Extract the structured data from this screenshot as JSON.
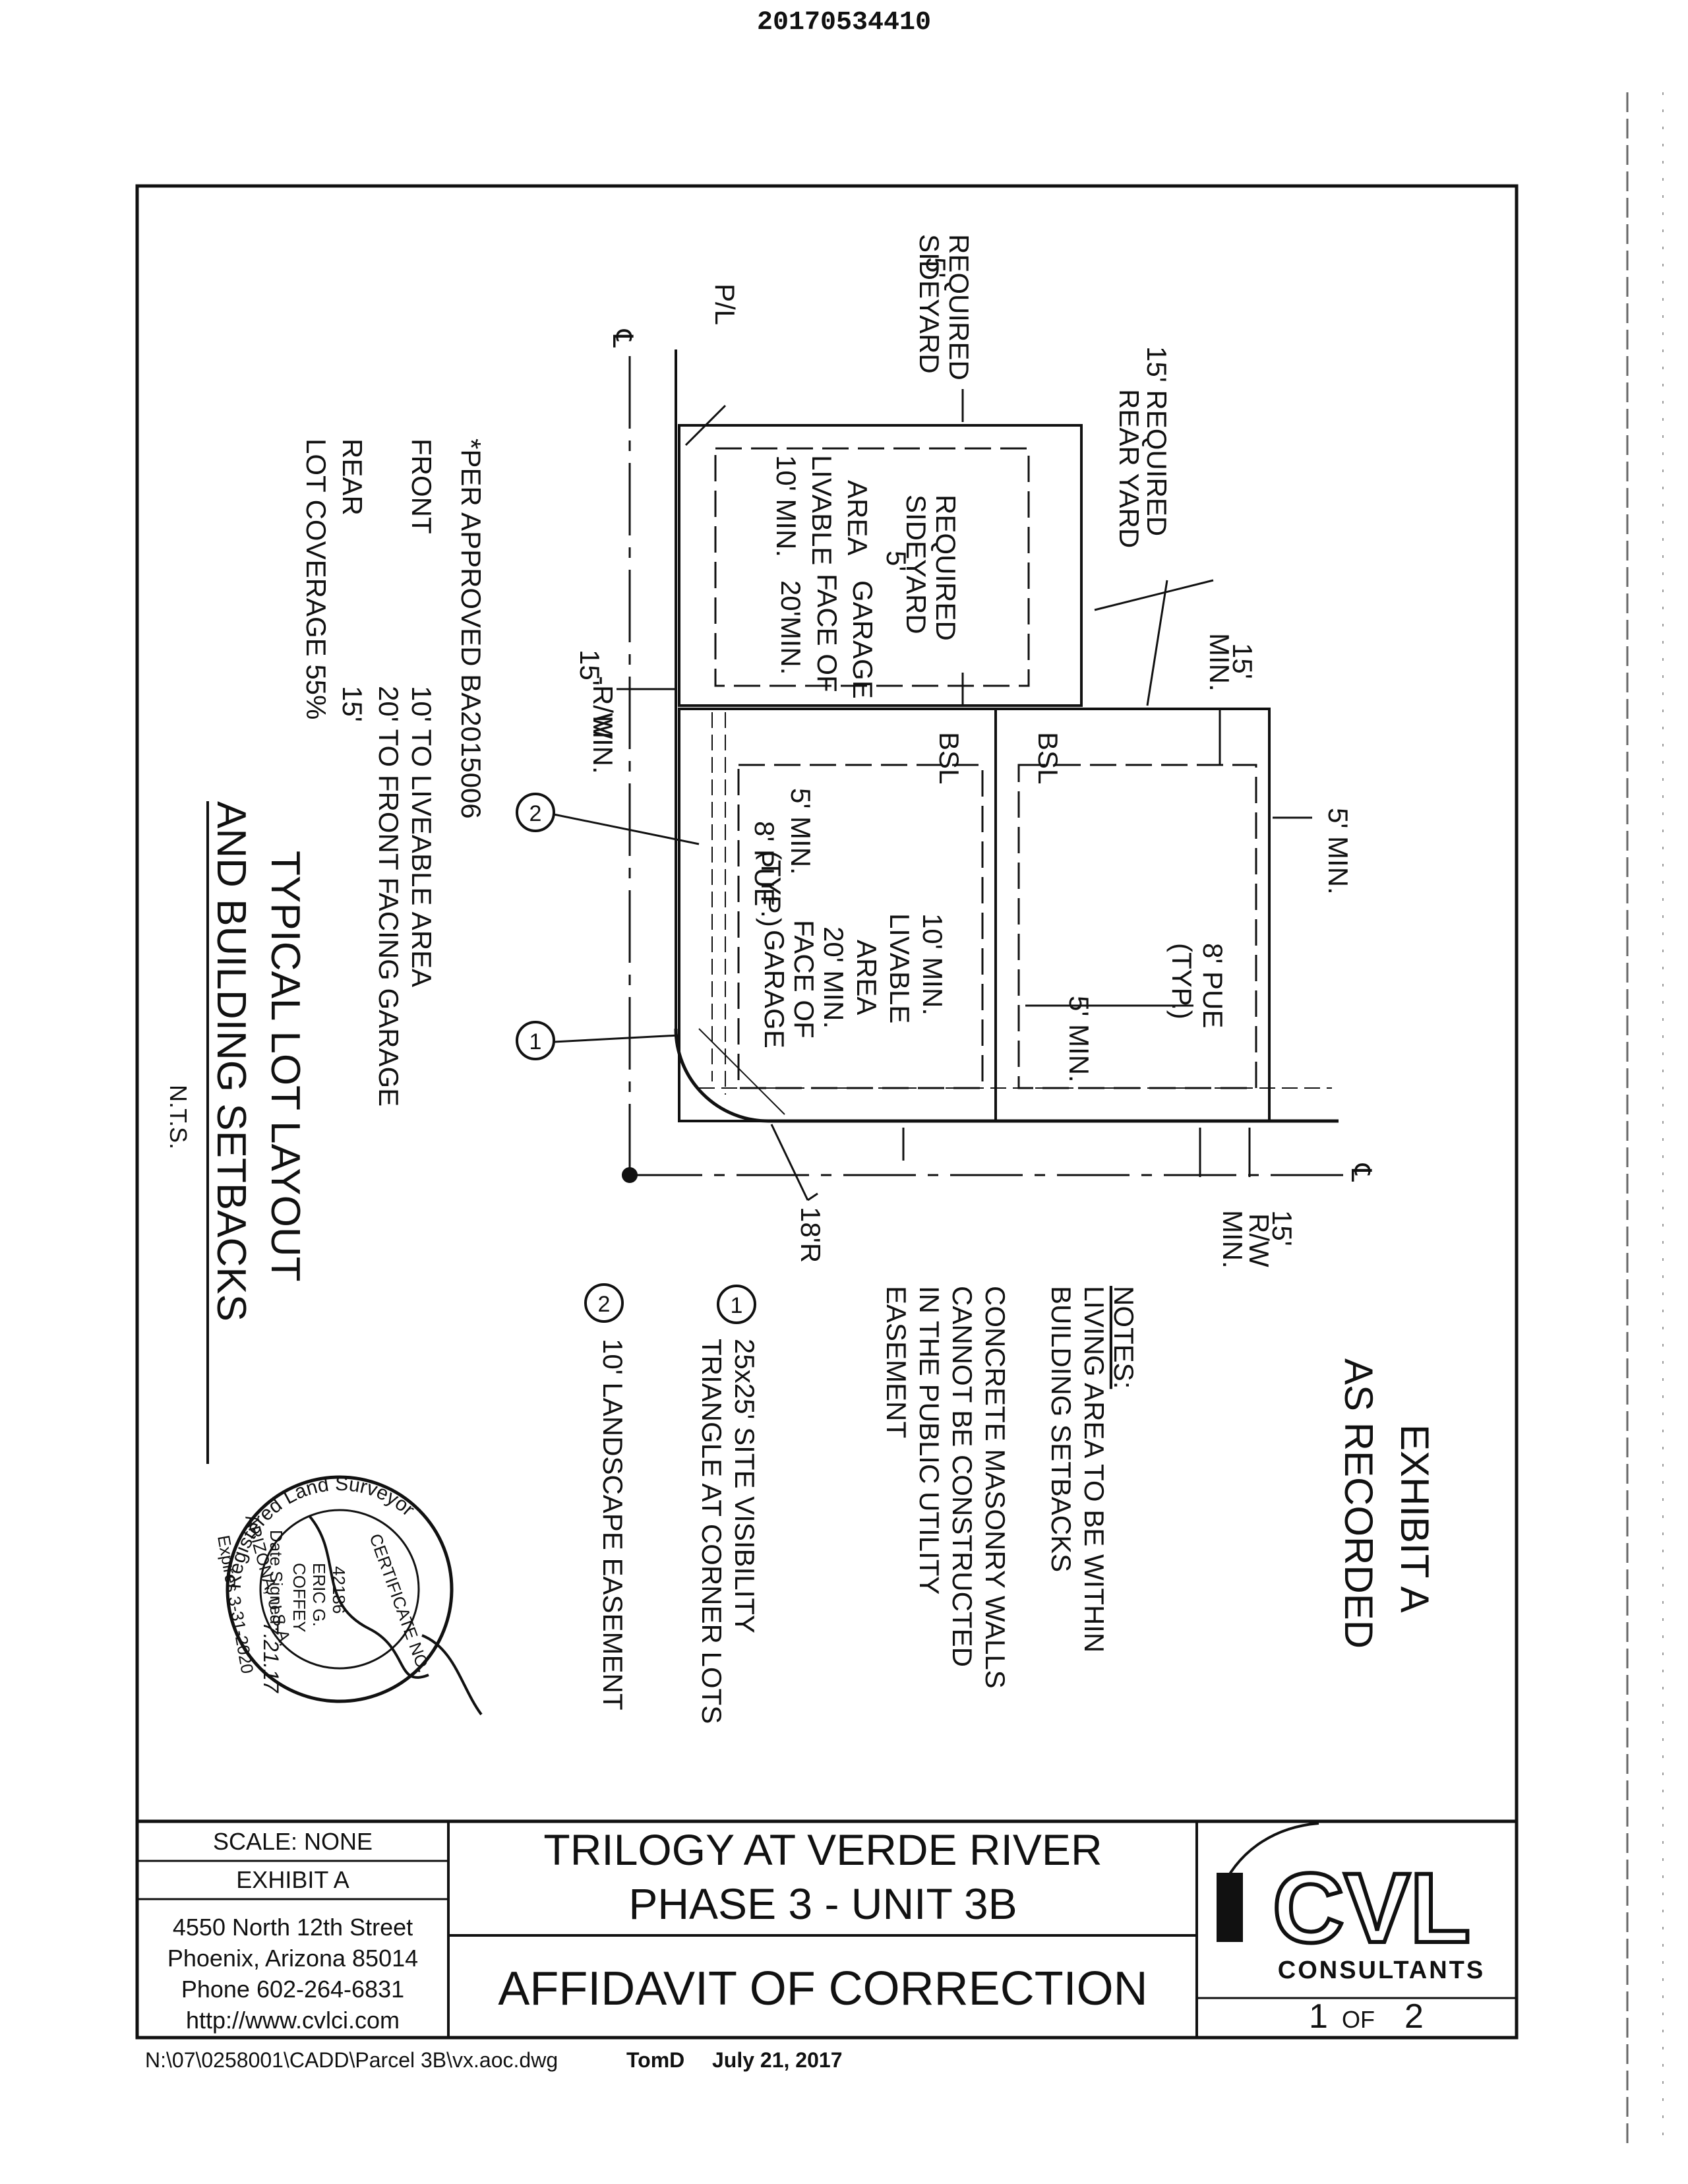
{
  "doc_number": "20170534410",
  "exhibit": {
    "line1": "EXHIBIT A",
    "line2": "AS RECORDED"
  },
  "drawing": {
    "title_line1": "TYPICAL LOT LAYOUT",
    "title_line2": "AND BUILDING SETBACKS",
    "nts": "N.T.S.",
    "labels": {
      "pl": "P/L",
      "cl": "℄",
      "side_5_a": "5'",
      "side_required_a": "REQUIRED",
      "side_sideyard_a": "SIDEYARD",
      "rear_15": "15' REQUIRED",
      "rear_yard": "REAR YARD",
      "liv_10_min": "10' MIN.",
      "liv_livable": "LIVABLE",
      "liv_area": "AREA",
      "side_5_b": "5'",
      "side_required_b": "REQUIRED",
      "side_sideyard_b": "SIDEYARD",
      "gar_20min": "20'MIN.",
      "gar_face_of": "FACE OF",
      "gar_garage": "GARAGE",
      "rw_15_left": "15'",
      "rw_left": "-R/W",
      "rw_min_left": "MIN.",
      "top_15": "15'",
      "top_min": "MIN.",
      "bsl_a": "BSL",
      "bsl_b": "BSL",
      "min5_a": "5' MIN.",
      "min5_b": "5' MIN.",
      "min5_c": "5' MIN.",
      "pue_a1": "8' PUE",
      "pue_a2": "(TYP.)",
      "pue_b1": "8' PUE",
      "pue_b2": "(TYP.)",
      "lot1_10min": "10' MIN.",
      "lot1_livable": "LIVABLE",
      "lot1_area": "AREA",
      "lot1_20min": "20' MIN.",
      "lot1_face_of": "FACE OF",
      "lot1_garage": "GARAGE",
      "radius": "18'R",
      "rw_15_bottom": "15'",
      "rw_bottom": "R/W",
      "rw_min_bottom": "MIN.",
      "callout_1": "1",
      "callout_2": "2"
    },
    "setbacks": {
      "header": "*PER APPROVED BA2015006",
      "front_label": "FRONT",
      "front_line1": "10' TO LIVEABLE AREA",
      "front_line2": "20' TO FRONT FACING GARAGE",
      "rear_label": "REAR",
      "rear_value": "15'",
      "coverage": "LOT COVERAGE 55%"
    },
    "notes": {
      "heading": "NOTES:",
      "n1_l1": "LIVING AREA TO BE WITHIN",
      "n1_l2": "BUILDING SETBACKS",
      "n2_l1": "CONCRETE MASONRY WALLS",
      "n2_l2": "CANNOT BE CONSTRUCTED",
      "n2_l3": "IN THE PUBLIC UTILITY",
      "n2_l4": "EASEMENT",
      "leg1_num": "1",
      "leg1_l1": "25x25' SITE VISIBILITY",
      "leg1_l2": "TRIANGLE AT CORNER LOTS",
      "leg2_num": "2",
      "leg2_l1": "10' LANDSCAPE EASEMENT"
    },
    "seal": {
      "ring_text": "Registered Land Surveyor",
      "cert": "CERTIFICATE NO.",
      "number": "42186",
      "name1": "ERIC G.",
      "name2": "COFFEY",
      "date_label": "Date Signed",
      "date": "7.21.17",
      "state": "ARIZONA, U.S.A.",
      "expires": "Expires 3-31-2020"
    }
  },
  "title_block": {
    "scale": "SCALE: NONE",
    "exhibit": "EXHIBIT A",
    "address1": "4550 North 12th Street",
    "address2": "Phoenix, Arizona 85014",
    "phone": "Phone 602-264-6831",
    "website": "http://www.cvlci.com",
    "project1": "TRILOGY AT VERDE RIVER",
    "project2": "PHASE 3 - UNIT 3B",
    "doc_title": "AFFIDAVIT OF CORRECTION",
    "logo": "CVL",
    "consultants": "CONSULTANTS",
    "sheet_num": "1",
    "sheet_of": "OF",
    "sheet_total": "2"
  },
  "footer": {
    "path": "N:\\07\\0258001\\CADD\\Parcel 3B\\vx.aoc.dwg",
    "author": "TomD",
    "date": "July 21, 2017"
  }
}
